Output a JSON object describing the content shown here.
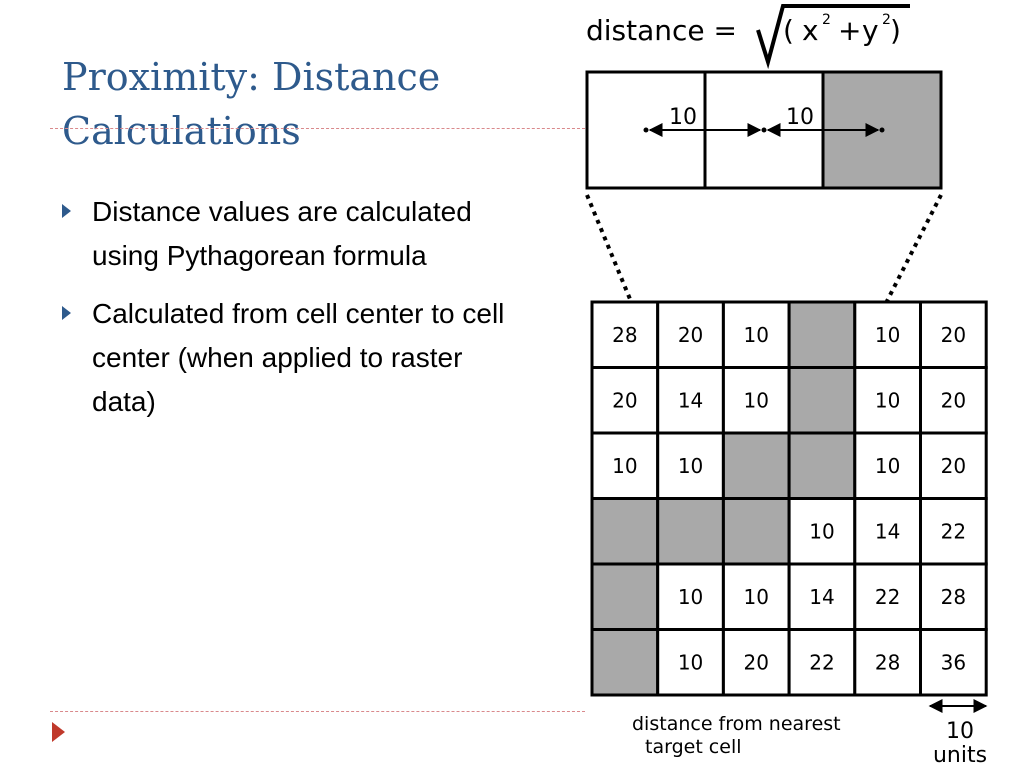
{
  "slide": {
    "title": "Proximity: Distance Calculations",
    "bullets": [
      "Distance values are calculated using Pythagorean formula",
      "Calculated from cell center to cell center (when applied to raster data)"
    ]
  },
  "figure": {
    "formula": {
      "prefix": "distance =",
      "open": "(",
      "x": "x",
      "plus": "+",
      "y": "y",
      "exponent": "2",
      "close": ")"
    },
    "strip": {
      "left_label": "10",
      "right_label": "10",
      "cells": [
        false,
        false,
        true
      ]
    },
    "grid": {
      "rows": [
        [
          "28",
          "20",
          "10",
          null,
          "10",
          "20"
        ],
        [
          "20",
          "14",
          "10",
          null,
          "10",
          "20"
        ],
        [
          "10",
          "10",
          null,
          null,
          "10",
          "20"
        ],
        [
          null,
          null,
          null,
          "10",
          "14",
          "22"
        ],
        [
          null,
          "10",
          "10",
          "14",
          "22",
          "28"
        ],
        [
          null,
          "10",
          "20",
          "22",
          "28",
          "36"
        ]
      ]
    },
    "caption_line1": "distance from nearest",
    "caption_line2": "target cell",
    "scale_value": "10",
    "scale_unit": "units"
  },
  "colors": {
    "title": "#2e5a8c",
    "target_cell": "#a9a9a9",
    "rule": "#d9898c",
    "nav_arrow": "#c0392b"
  }
}
